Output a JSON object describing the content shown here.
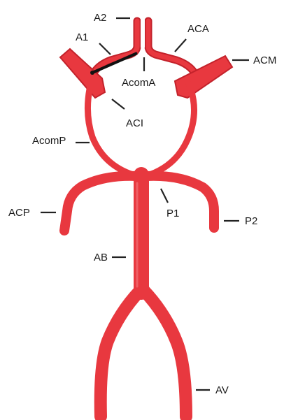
{
  "colors": {
    "vessel_fill": "#e8383f",
    "vessel_dark": "#c3222b",
    "vessel_light": "#f37a7f",
    "label_text": "#1b1b1b",
    "leader_line": "#222222",
    "background": "#ffffff"
  },
  "labels": {
    "a2": "A2",
    "a1": "A1",
    "aca": "ACA",
    "acm": "ACM",
    "acoma": "AcomA",
    "aci": "ACI",
    "acomp": "AcomP",
    "acp": "ACP",
    "p1": "P1",
    "p2": "P2",
    "ab": "AB",
    "av": "AV"
  }
}
